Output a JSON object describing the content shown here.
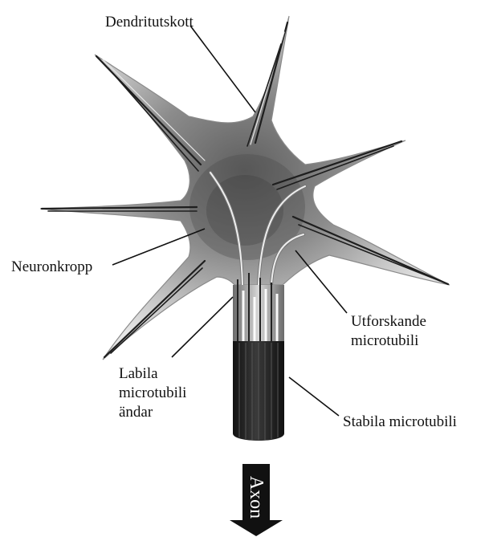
{
  "labels": {
    "dendrite": "Dendritutskott",
    "neuron_body": "Neuronkropp",
    "exploratory_l1": "Utforskande",
    "exploratory_l2": "microtubili",
    "labile_l1": "Labila",
    "labile_l2": "microtubili",
    "labile_l3": "ändar",
    "stable": "Stabila microtubili",
    "axon": "Axon"
  },
  "colors": {
    "membrane_fill": "#cfcfcf",
    "membrane_stroke": "#8a8a8a",
    "axon_shaft": "#2a2a2a",
    "arrow": "#111111",
    "microtubule_light": "#e8e8e8",
    "microtubule_dark": "#1e1e1e"
  }
}
